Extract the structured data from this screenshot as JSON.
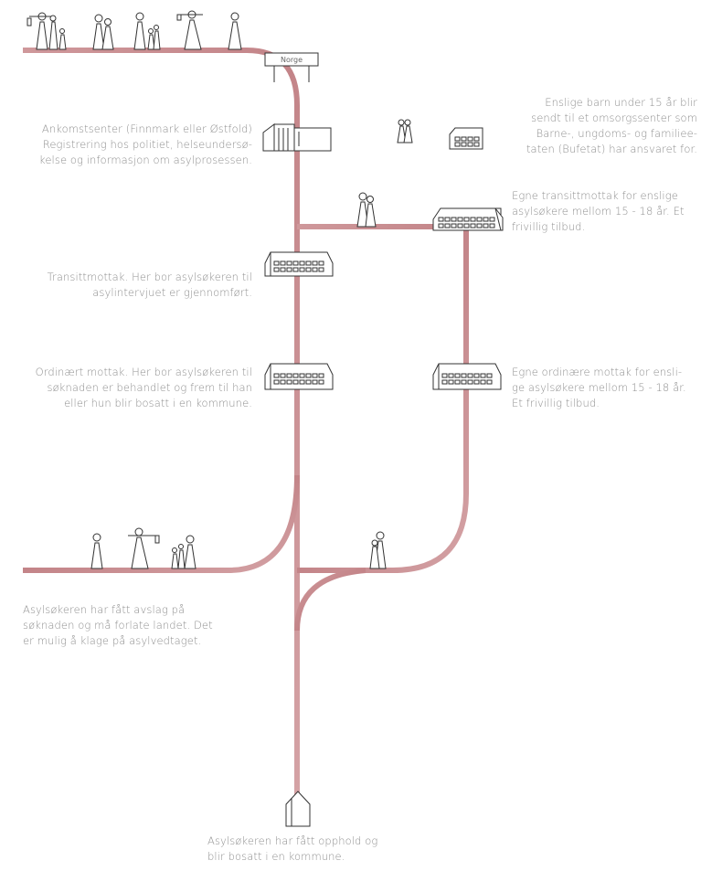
{
  "border_sign": "Norge",
  "steps": {
    "arrival_center": "Ankomstsenter (Finnmark eller Østfold)\nRegistrering hos politiet, helseundersø-\nkelse og informasjon om asylprosessen.",
    "children_under_15": "Enslige barn under 15 år  blir\nsendt til et omsorgssenter som\nBarne-, ungdoms- og familiee-\ntaten (Bufetat) har ansvaret for.",
    "minor_transit": "Egne transittmottak for enslige\nasylsøkere mellom 15 - 18 år. Et\nfrivillig tilbud.",
    "transit": "Transittmottak. Her bor asylsøkeren til\nasylintervjuet er gjennomført.",
    "ordinary": "Ordinært mottak. Her bor asylsøkeren til\nsøknaden er behandlet og frem til han\neller hun blir bosatt i en kommune.",
    "minor_ordinary": "Egne ordinære mottak for ensli-\nge asylsøkere mellom 15 - 18 år.\nEt frivillig tilbud.",
    "rejected": "Asylsøkeren har fått avslag på\nsøknaden og må forlate landet. Det\ner mulig å klage på asylvedtaget.",
    "settled": "Asylsøkeren har fått opphold og\nblir bosatt i en kommune."
  },
  "colors": {
    "route": "#c98e91",
    "route_dark": "#b57a7e",
    "text": "#8f8f8f",
    "line_art": "#333333"
  },
  "icons": [
    "family-group-icon",
    "border-sign-icon",
    "arrival-center-building-icon",
    "care-center-building-icon",
    "transit-building-icon",
    "ordinary-reception-building-icon",
    "minor-reception-building-icon",
    "house-icon"
  ]
}
